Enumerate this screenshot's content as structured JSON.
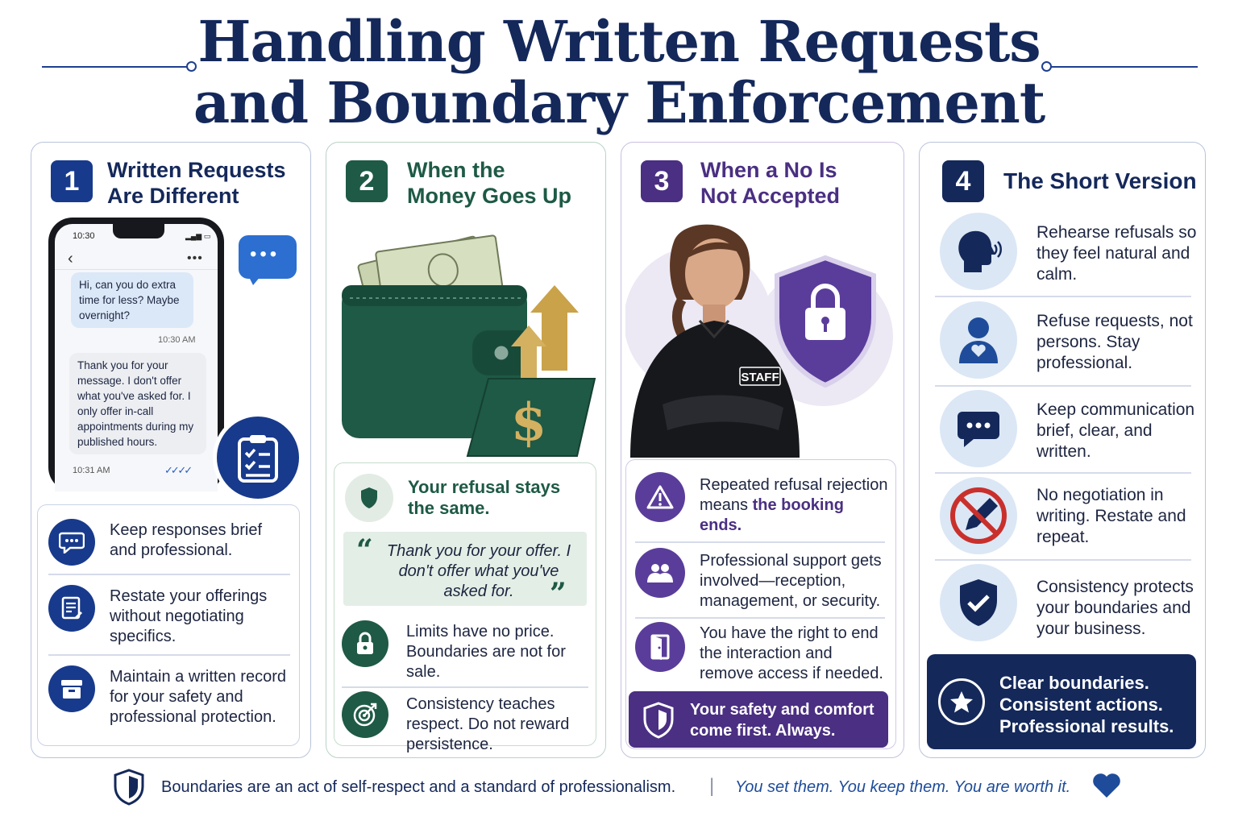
{
  "title": {
    "line1": "Handling Written Requests",
    "line2": "and Boundary Enforcement"
  },
  "colors": {
    "navy": "#14285a",
    "green": "#1e5a46",
    "purple": "#4a2f82",
    "gold": "#c9a24a"
  },
  "sections": [
    {
      "number": "1",
      "heading_line1": "Written Requests",
      "heading_line2": "Are Different",
      "phone": {
        "time": "10:30",
        "incoming_message": "Hi, can you do extra time for less? Maybe overnight?",
        "incoming_time": "10:30 AM",
        "reply_message": "Thank you for your message. I don't offer what you've asked for. I only offer in-call appointments during my published hours.",
        "reply_time": "10:31 AM"
      },
      "tips": [
        {
          "icon": "chat-bubble-icon",
          "text": "Keep responses brief and professional."
        },
        {
          "icon": "document-edit-icon",
          "text": "Restate your offerings without negotiating specifics."
        },
        {
          "icon": "archive-box-icon",
          "text": "Maintain a written record for your safety and professional protection."
        }
      ]
    },
    {
      "number": "2",
      "heading_line1": "When the",
      "heading_line2": "Money Goes Up",
      "refusal_title": "Your refusal stays the same.",
      "quote": "Thank you for your offer. I don't offer what you've asked for.",
      "tips": [
        {
          "icon": "padlock-icon",
          "text": "Limits have no price. Boundaries are not for sale."
        },
        {
          "icon": "target-icon",
          "text": "Consistency teaches respect. Do not reward persistence."
        }
      ]
    },
    {
      "number": "3",
      "heading_line1": "When a No Is",
      "heading_line2": "Not Accepted",
      "staff_label": "STAFF",
      "tips": [
        {
          "icon": "warning-icon",
          "text_plain": "Repeated refusal rejection means ",
          "text_bold": "the booking ends."
        },
        {
          "icon": "people-icon",
          "text": "Professional support gets involved—reception, management, or security."
        },
        {
          "icon": "door-exit-icon",
          "text": "You have the right to end the interaction and remove access if needed."
        }
      ],
      "banner": "Your safety and comfort come first. Always."
    },
    {
      "number": "4",
      "heading": "The Short Version",
      "items": [
        {
          "icon": "speaking-head-icon",
          "text": "Rehearse refusals so they feel natural and calm."
        },
        {
          "icon": "person-heart-icon",
          "text": "Refuse requests, not persons. Stay professional."
        },
        {
          "icon": "chat-dots-icon",
          "text": "Keep communication brief, clear, and written."
        },
        {
          "icon": "no-pen-icon",
          "text": "No negotiation in writing. Restate and repeat."
        },
        {
          "icon": "shield-check-icon",
          "text": "Consistency protects your boundaries and your business."
        }
      ],
      "banner": [
        "Clear boundaries.",
        "Consistent actions.",
        "Professional results."
      ]
    }
  ],
  "footer": {
    "left": "Boundaries are an act of self-respect and a standard of professionalism.",
    "divider": "|",
    "right": "You set them. You keep them. You are worth it."
  }
}
